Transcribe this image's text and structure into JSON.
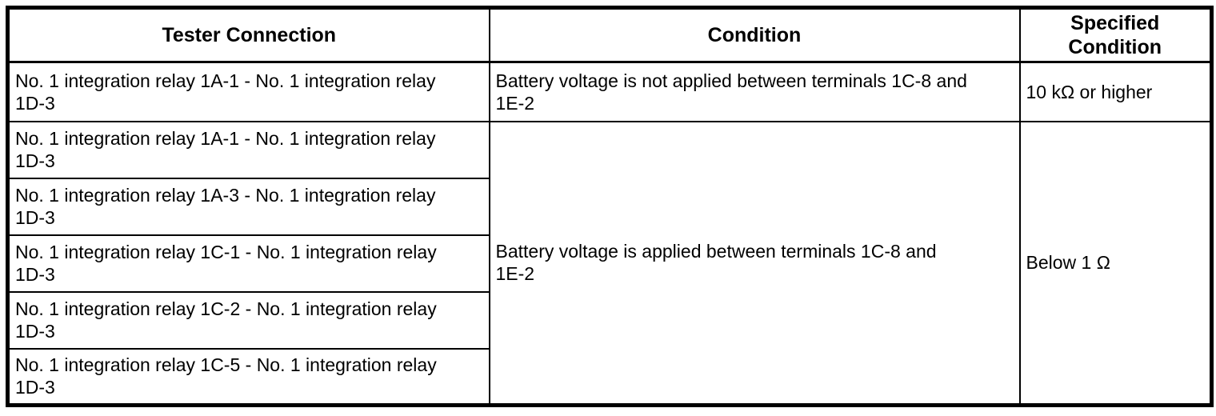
{
  "table": {
    "headers": {
      "tester_connection": "Tester Connection",
      "condition": "Condition",
      "specified_condition": "Specified\nCondition"
    },
    "row1": {
      "tester_connection": "No. 1 integration relay 1A-1 - No. 1 integration relay\n1D-3",
      "condition": "Battery voltage is not applied between terminals 1C-8 and\n1E-2",
      "specified_condition": "10 kΩ or higher"
    },
    "group": {
      "tester_connections": [
        "No. 1 integration relay 1A-1 - No. 1 integration relay\n1D-3",
        "No. 1 integration relay 1A-3 - No. 1 integration relay\n1D-3",
        "No. 1 integration relay 1C-1 - No. 1 integration relay\n1D-3",
        "No. 1 integration relay 1C-2 - No. 1 integration relay\n1D-3",
        "No. 1 integration relay 1C-5 - No. 1 integration relay\n1D-3"
      ],
      "condition": "Battery voltage is applied between terminals 1C-8 and\n1E-2",
      "specified_condition": "Below 1 Ω"
    },
    "colors": {
      "border": "#000000",
      "text": "#000000",
      "background": "#ffffff"
    }
  }
}
